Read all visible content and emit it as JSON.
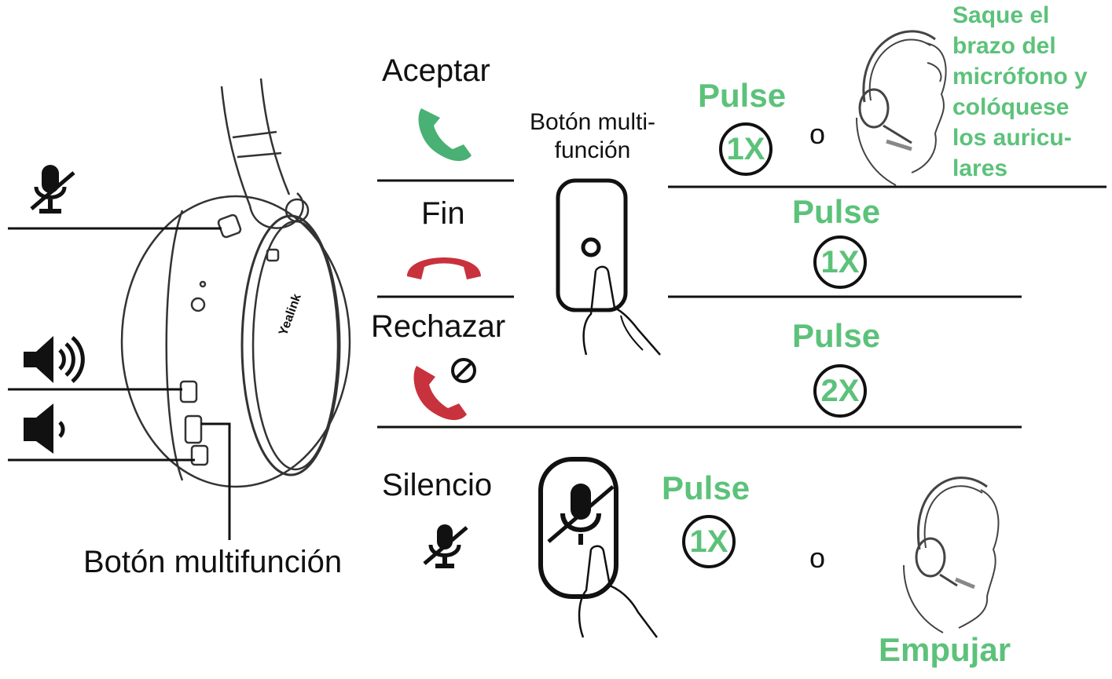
{
  "colors": {
    "accent_green": "#5cc27a",
    "end_red": "#c8323c",
    "ink": "#111111"
  },
  "icons": {
    "mute": "microphone-slash-icon",
    "volume_up": "volume-up-icon",
    "volume_down": "volume-down-icon",
    "accept": "phone-green-icon",
    "end": "phone-hangup-red-icon",
    "reject": "phone-reject-red-icon"
  },
  "left": {
    "device_brand": "Yealink",
    "multifunction_label": "Botón multifunción"
  },
  "rows": {
    "accept": {
      "label": "Aceptar",
      "action": "Pulse",
      "count": "1X",
      "or": "o",
      "alt_note_lines": [
        "Saque el",
        "brazo del",
        "micrófono y",
        "colóquese",
        "los auricu-",
        "lares"
      ]
    },
    "end": {
      "label": "Fin",
      "action": "Pulse",
      "count": "1X"
    },
    "reject": {
      "label": "Rechazar",
      "action": "Pulse",
      "count": "2X"
    },
    "mute": {
      "label": "Silencio",
      "action": "Pulse",
      "count": "1X",
      "or": "o",
      "alt_label": "Empujar"
    }
  },
  "center_button": {
    "label_line1": "Botón multi-",
    "label_line2": "función"
  }
}
